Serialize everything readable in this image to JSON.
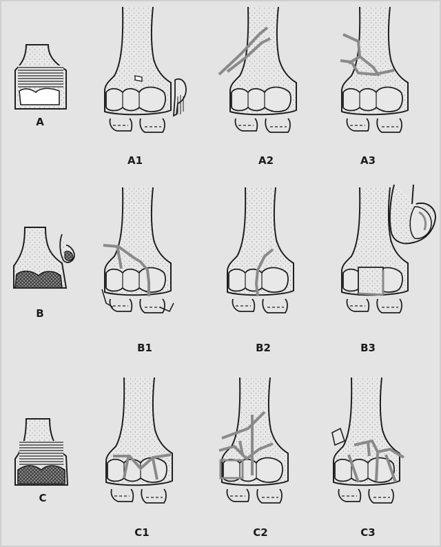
{
  "labels": {
    "A": "A",
    "A1": "A1",
    "A2": "A2",
    "A3": "A3",
    "B": "B",
    "B1": "B1",
    "B2": "B2",
    "B3": "B3",
    "C": "C",
    "C1": "C1",
    "C2": "C2",
    "C3": "C3"
  },
  "colors": {
    "background": "#e4e4e4",
    "outline": "#1e1e1e",
    "fracture_line": "#8a8a8a",
    "bone_fill": "#e8e8e8",
    "hatch": "#3a3a3a",
    "stipple": "#9a9a9a"
  }
}
